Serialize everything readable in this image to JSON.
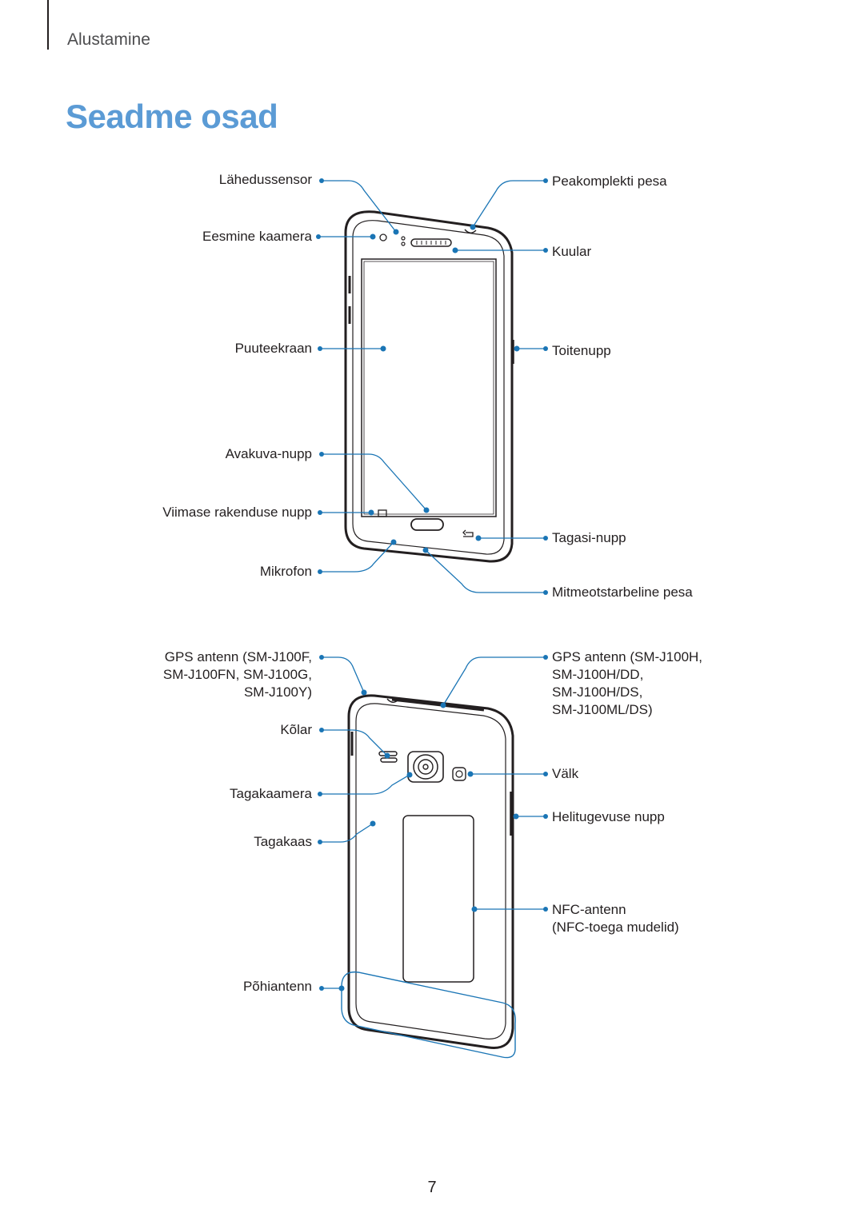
{
  "header": {
    "section": "Alustamine"
  },
  "page": {
    "title": "Seadme osad",
    "number": "7"
  },
  "colors": {
    "accent": "#5b9bd5",
    "callout": "#1a75b5",
    "outline": "#231f20"
  },
  "front": {
    "left_labels": {
      "proximity_sensor": "Lähedussensor",
      "front_camera": "Eesmine kaamera",
      "touchscreen": "Puuteekraan",
      "home_key": "Avakuva-nupp",
      "recent_apps_key": "Viimase rakenduse nupp",
      "microphone": "Mikrofon"
    },
    "right_labels": {
      "headset_jack": "Peakomplekti pesa",
      "earpiece": "Kuular",
      "power_key": "Toitenupp",
      "back_key": "Tagasi-nupp",
      "multipurpose_jack": "Mitmeotstarbeline pesa"
    }
  },
  "back": {
    "left_labels": {
      "gps_antenna_1": [
        "GPS antenn (SM-J100F,",
        "SM-J100FN, SM-J100G,",
        "SM-J100Y)"
      ],
      "speaker": "Kõlar",
      "rear_camera": "Tagakaamera",
      "back_cover": "Tagakaas",
      "main_antenna": "Põhiantenn"
    },
    "right_labels": {
      "gps_antenna_2": [
        "GPS antenn (SM-J100H,",
        "SM-J100H/DD,",
        "SM-J100H/DS,",
        "SM-J100ML/DS)"
      ],
      "flash": "Välk",
      "volume_key": "Helitugevuse nupp",
      "nfc_antenna": [
        "NFC-antenn",
        "(NFC-toega mudelid)"
      ]
    }
  }
}
